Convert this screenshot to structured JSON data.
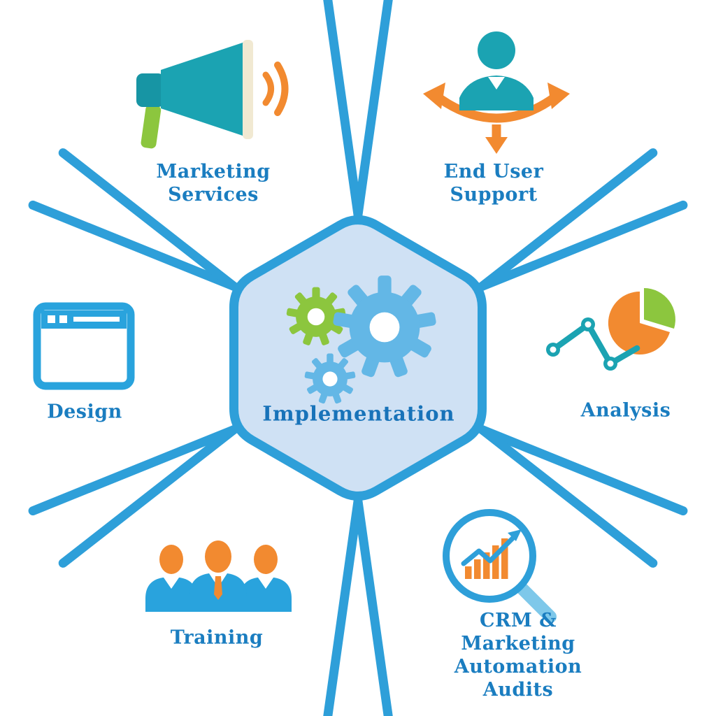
{
  "center": {
    "label": "Implementation",
    "icon": "gears-icon"
  },
  "nodes": {
    "marketing": {
      "label": "Marketing\nServices",
      "icon": "megaphone-icon"
    },
    "support": {
      "label": "End User\nSupport",
      "icon": "user-arrows-icon"
    },
    "analysis": {
      "label": "Analysis",
      "icon": "pie-line-chart-icon"
    },
    "audits": {
      "label": "CRM & Marketing\nAutomation\nAudits",
      "icon": "magnifier-bar-chart-icon"
    },
    "training": {
      "label": "Training",
      "icon": "people-group-icon"
    },
    "design": {
      "label": "Design",
      "icon": "browser-window-icon"
    }
  },
  "colors": {
    "line_blue": "#2e9fd9",
    "hex_fill": "#cfe1f4",
    "teal": "#1ba3b2",
    "orange": "#f28a30",
    "green": "#8cc63e",
    "gear_blue": "#63b7e6",
    "handle_blue": "#7ec8ea",
    "text_blue": "#1a7dc0"
  }
}
